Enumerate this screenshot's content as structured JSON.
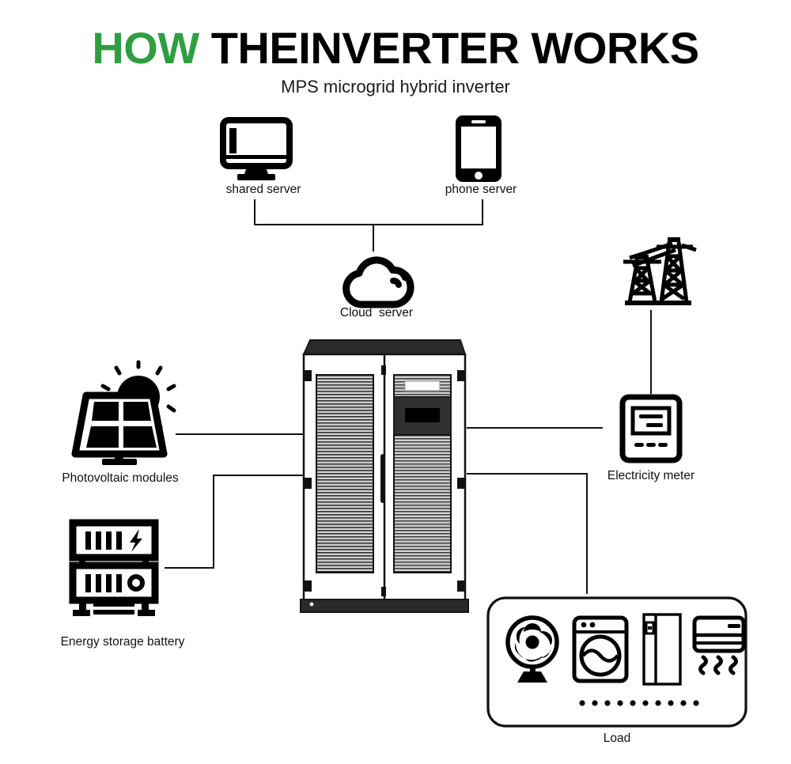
{
  "header": {
    "title_green": "HOW",
    "title_black": " THEINVERTER WORKS",
    "subtitle": "MPS microgrid hybrid inverter",
    "accent_color": "#2f9e41",
    "text_color": "#000000"
  },
  "diagram": {
    "type": "flow-diagram",
    "background": "#ffffff",
    "stroke_color": "#111111",
    "nodes": [
      {
        "id": "shared-server",
        "icon": "monitor-icon",
        "label": "shared server"
      },
      {
        "id": "phone-server",
        "icon": "smartphone-icon",
        "label": "phone server"
      },
      {
        "id": "cloud-server",
        "icon": "cloud-wifi-icon",
        "label": "Cloud  server"
      },
      {
        "id": "power-grid",
        "icon": "transmission-tower-icon",
        "label": ""
      },
      {
        "id": "electricity-meter",
        "icon": "electric-meter-icon",
        "label": "Electricity meter"
      },
      {
        "id": "pv-modules",
        "icon": "solar-panel-icon",
        "label": "Photovoltaic modules"
      },
      {
        "id": "battery",
        "icon": "battery-rack-icon",
        "label": "Energy storage battery"
      },
      {
        "id": "inverter",
        "icon": "inverter-cabinet-icon",
        "label": ""
      },
      {
        "id": "load",
        "icon": "load-box-icon",
        "label": "Load"
      }
    ],
    "load_appliances": [
      {
        "id": "fan",
        "icon": "fan-icon"
      },
      {
        "id": "washing-machine",
        "icon": "washing-machine-icon"
      },
      {
        "id": "refrigerator",
        "icon": "refrigerator-icon"
      },
      {
        "id": "air-conditioner",
        "icon": "air-conditioner-icon"
      }
    ],
    "load_dots_count": 10,
    "connections": [
      {
        "from": "shared-server",
        "to": "cloud-server"
      },
      {
        "from": "phone-server",
        "to": "cloud-server"
      },
      {
        "from": "power-grid",
        "to": "electricity-meter"
      },
      {
        "from": "pv-modules",
        "to": "inverter"
      },
      {
        "from": "battery",
        "to": "inverter"
      },
      {
        "from": "inverter",
        "to": "electricity-meter"
      },
      {
        "from": "inverter",
        "to": "load"
      }
    ]
  }
}
